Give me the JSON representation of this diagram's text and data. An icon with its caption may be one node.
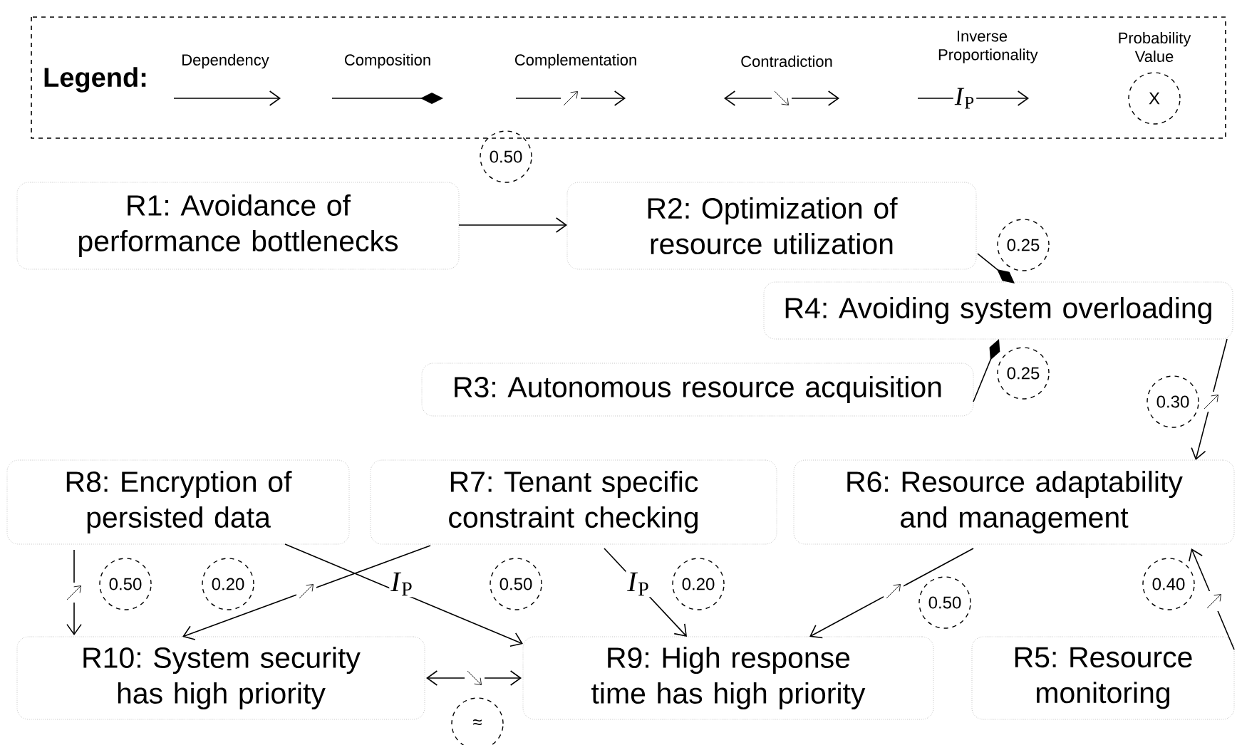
{
  "diagram": {
    "nodes": [
      {
        "text": [
          "R1: Avoidance of performance bottlenecks"
        ]
      },
      {
        "text": [
          "R2: Optimization of resource utilization"
        ]
      },
      {
        "text": [
          "R3: Autonomous resource acquisition"
        ]
      },
      {
        "text": [
          "R4: Avoiding system overloading"
        ]
      },
      {
        "text": [
          "R5: Resource monitoring"
        ]
      },
      {
        "text": [
          "R6: Resource adaptability and management"
        ]
      },
      {
        "text": [
          "R7: Tenant specific constraint checking"
        ]
      },
      {
        "text": [
          "R8: Encryption of persisted data"
        ]
      },
      {
        "text": [
          "R9: High response time has high priority"
        ]
      },
      {
        "text": [
          "R10: System security has high priority"
        ]
      }
    ],
    "edges": [
      {
        "from": 0,
        "to": 1,
        "arrow": "to"
      },
      {
        "from": 1,
        "to": 3,
        "arrow": "other"
      },
      {
        "from": 2,
        "to": 3,
        "arrow": "other"
      },
      {
        "from": 3,
        "to": 5,
        "arrow": "to"
      },
      {
        "from": 4,
        "to": 5,
        "arrow": "to"
      },
      {
        "from": 5,
        "to": 8,
        "arrow": "to"
      },
      {
        "from": 6,
        "to": 9,
        "arrow": "to"
      },
      {
        "from": 7,
        "to": 8,
        "arrow": "to",
        "label": "*I*$_{P}$"
      },
      {
        "from": 6,
        "to": 8,
        "arrow": "to",
        "label": "*I*$_{P}$"
      },
      {
        "from": 7,
        "to": 9,
        "arrow": "to"
      },
      {
        "from": 9,
        "to": 8,
        "arrow": "both"
      }
    ],
    "labels": [
      "Legend:",
      "*I*$_{P}$",
      "X",
      "0.50",
      "0.25",
      "0.25",
      "0.30",
      "0.50",
      "0.20",
      "0.50",
      "0.20",
      "0.50",
      "0.40",
      "≈"
    ],
    "legend": [
      {
        "text": "Dependency"
      },
      {
        "text": "Composition"
      },
      {
        "text": "Complementation"
      },
      {
        "text": "Contradiction"
      },
      {
        "text": "Inverse Proportionality"
      },
      {
        "text": "Probability Value"
      }
    ]
  }
}
